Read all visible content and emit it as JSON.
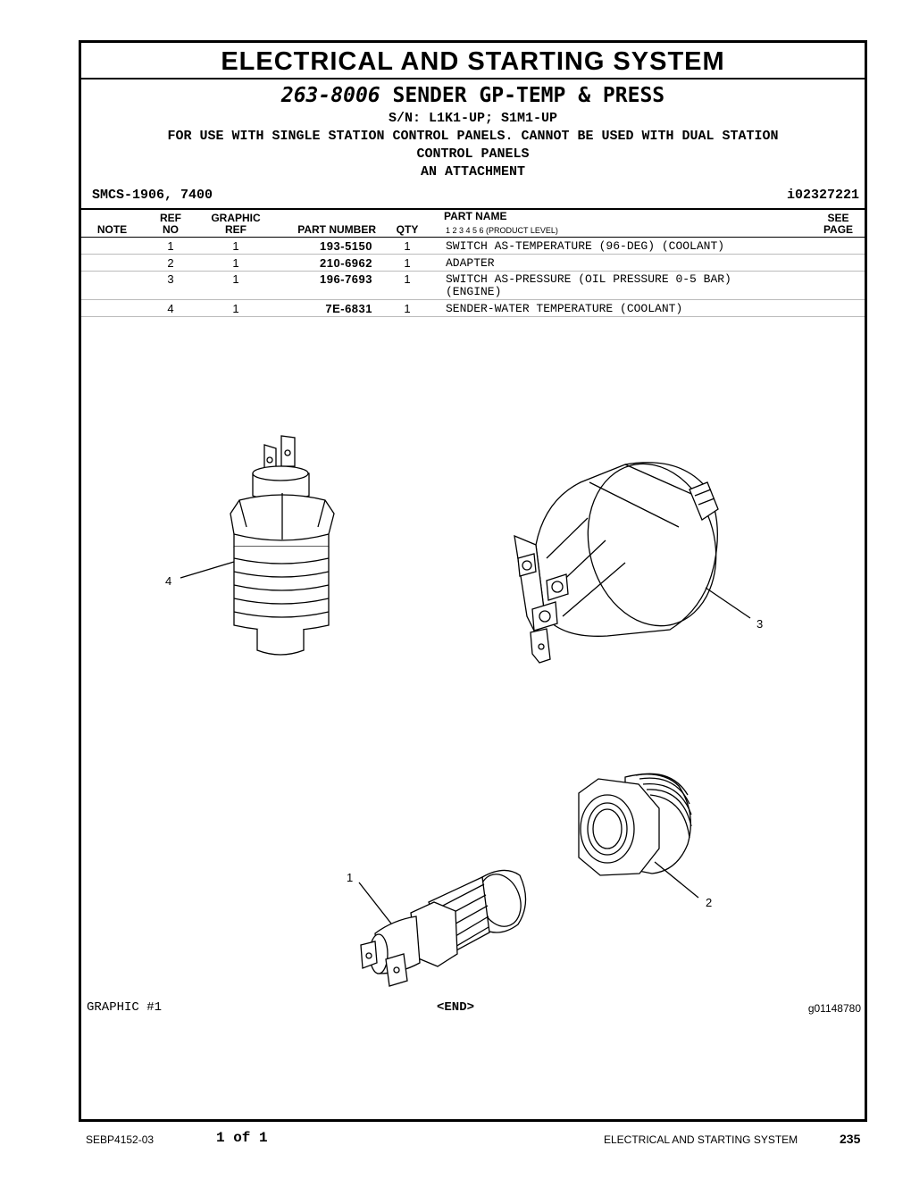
{
  "section_title": "ELECTRICAL AND STARTING SYSTEM",
  "group": {
    "part_number": "263-8006",
    "name": "SENDER GP-TEMP & PRESS",
    "serial": "S/N: L1K1-UP; S1M1-UP",
    "note_lines": [
      "FOR USE WITH SINGLE STATION CONTROL PANELS. CANNOT BE USED WITH DUAL STATION",
      "CONTROL PANELS",
      "AN ATTACHMENT"
    ],
    "smcs": "SMCS-1906, 7400",
    "info_id": "i02327221"
  },
  "table": {
    "headers": {
      "note": "NOTE",
      "ref_no_1": "REF",
      "ref_no_2": "NO",
      "graphic_ref_1": "GRAPHIC",
      "graphic_ref_2": "REF",
      "part_number": "PART NUMBER",
      "qty": "QTY",
      "part_name": "PART NAME",
      "product_level": "1   2   3   4   5   6   (PRODUCT LEVEL)",
      "see_page_1": "SEE",
      "see_page_2": "PAGE"
    },
    "rows": [
      {
        "ref": "1",
        "graphic": "1",
        "part": "193-5150",
        "qty": "1",
        "name1": "SWITCH AS-TEMPERATURE (96-DEG) (COOLANT)",
        "name2": ""
      },
      {
        "ref": "2",
        "graphic": "1",
        "part": "210-6962",
        "qty": "1",
        "name1": "ADAPTER",
        "name2": ""
      },
      {
        "ref": "3",
        "graphic": "1",
        "part": "196-7693",
        "qty": "1",
        "name1": "SWITCH AS-PRESSURE (OIL PRESSURE 0-5 BAR)",
        "name2": "(ENGINE)"
      },
      {
        "ref": "4",
        "graphic": "1",
        "part": "7E-6831",
        "qty": "1",
        "name1": "SENDER-WATER TEMPERATURE (COOLANT)",
        "name2": ""
      }
    ]
  },
  "callouts": [
    "4",
    "3",
    "1",
    "2"
  ],
  "graphic_label": "GRAPHIC #1",
  "end_label": "<END>",
  "graphic_id": "g01148780",
  "footer": {
    "doc": "SEBP4152-03",
    "page_of": "1 of 1",
    "section": "ELECTRICAL AND STARTING SYSTEM",
    "page_number": "235"
  }
}
